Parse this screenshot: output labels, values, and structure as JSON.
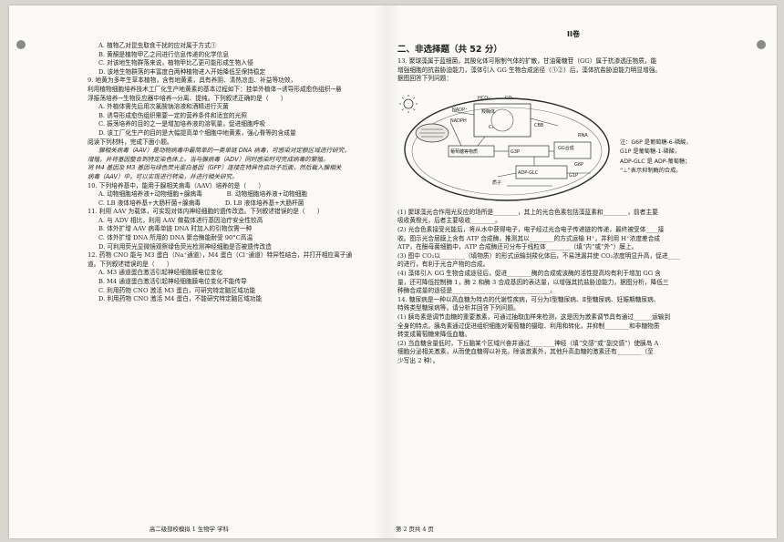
{
  "left": {
    "q8_opts": [
      "A. 植物乙对昆虫取食干扰的应对属于方式①",
      "B. 黄酮是植物甲乙之间进行信息传递的化学信息",
      "C. 对该地生物群落来说，植物甲比乙更可能形成生物入侵",
      "D. 该地生物群落的丰富度白两种植物进入开始降低至保持稳定"
    ],
    "q9": [
      "9. 地黄为多年生草本植物，含有地黄素，具有养阴、清热凉血、补益等功效，",
      "利用植物细胞培养技术工厂化生产地黄素的基本过程如下：挂单外植体→诱导形成愈伤组织→悬",
      "浮振荡培养→生物反应器中培养→分离、提纯。下列叙述正确的是（　　）"
    ],
    "q9_opts": [
      "A. 外植体需先后用次氯酸钠溶液和酒精进行灭菌",
      "B. 诱导形成愈伤组织需要一定的营养条件和适宜的光照",
      "C. 振荡培养的目的之一是增加培养液的溶氧量，促进细胞呼吸",
      "D. 该工厂化生产的目的是大幅提高单个细胞中地黄素，强心脊等的含成量",
      "阅读下列材料，完成下面小题。"
    ],
    "passage": [
      "腺相关病毒（AAV）是动物病毒中最简单的一类单链 DNA 病毒，可感染对定额区域进行研究，",
      "增殖，并将基因整合到特定染色体上。当与腺病毒（ADV）同时感染时可完成病毒的繁殖。",
      "将 M4 基因及 M3 基因与绿色荧光蛋白基因（GFP）连接在特异性启动子后面，然后载入腺相关",
      "病毒（AAV）中，可以实现进行转染，并进行相关研究。",
      ""
    ],
    "q10": "10. 下列培养基中，能用于腺相关病毒（AAV）培养的是（　　）",
    "q10_opts": [
      "A. 动物细胞培养液+动物细胞+腺病毒　　　　B. 动物细胞培养液+动物细胞",
      "C. LB 液体培养基+大肠杆菌+腺病毒　　　　D. LB 液体培养基+大肠杆菌"
    ],
    "q11": "11. 利用 AAV 为载体，可实现对体内神经细胞的遗传改造。下列叙述错误的是（　　）",
    "q11_opts": [
      "A. 与 ADV 相比，利用 AAV 做载体进行基因治疗安全性较高",
      "B. 体外扩增 AAV 病毒单链 DNA 时加入的引物仅需一种",
      "C. 体外扩增 DNA 所用的 DNA 聚合酶能耐受 90°C高温",
      "D. 可利用荧光显微镜观察绿色荧光检测神经细胞是否被遗传改造"
    ],
    "q12": [
      "12. 药物 CNO 能与 M3 蛋白（Na⁺通道），M4 蛋白（Cl⁻通道）特异性结合，并打开相应离子通",
      "道。下列叙述错误的是（　　）",
      ""
    ],
    "q12_opts": [
      "A. M3 通道蛋白激活引起神经细胞膜电位变化",
      "B. M4 通道蛋白激活引起神经细胞膜电位变化不能传导",
      "C. 利用药物 CNO 激活 M3 蛋白，可研究特定脑区域功能",
      "D. 利用药物 CNO 激活 M4 蛋白，不能研究特定脑区域功能"
    ]
  },
  "right": {
    "volume_title": "II卷",
    "section_title": "二、非选择题（共 52 分）",
    "q13": [
      "13. 聚球藻属于蓝细菌，其酸化体可限制气体的扩散，甘油葡糖苷（GG）属于抗渗透压物质，能",
      "增强细胞的抗盐胁迫能力，藻体引入 GG 生物合成途径（①②）后，藻体抗盐胁迫能力明显增强。",
      "据图回答下列问题："
    ],
    "figure": {
      "labels": [
        "HCO₃⁻",
        "CO₂",
        "羧酶体",
        "NADP⁺",
        "NADPH",
        "C₃",
        "CBB",
        "葡萄糖等物质",
        "G3P",
        "GG合成",
        "ADP-GLC",
        "质子",
        "G1P",
        "G6P",
        "RNA"
      ],
      "note": [
        "注：G6P 是葡萄糖-6-磷酸，",
        "G1P 是葡萄糖-1-磷酸，",
        "ADP-GLC 是 ADP-葡萄糖；",
        "“⊥”表示抑制酶的合成。"
      ]
    },
    "q13_sub": [
      "(1) 聚球藻光合作用光反应的场所是________，其上的光合色素包括藻蓝素和________，前者主要",
      "吸收黄橙光，后者主要吸收________。",
      "(2) 光合色素接受光能后，将从水中获得电子，电子经过光合电子传递链的传递，最终被受体____接",
      "收。图示光合层膜上含有 ATP 合成酶，推测其以________的方式运输 H⁺，并利用 H⁺浓度差合成",
      "ATP，在醋母菌细胞中，ATP 合成酶还可分布于线粒体________（填“内”或“外”）膜上。",
      "(3) 图中 CO₂以________（填物质）的形式运输到羧化体后，不易泄漏并使 CO₂浓度明显升高，促进____",
      "的进行，有利于光合产物的合成。",
      "(4) 藻体引入 GG 生物合成途径后，促进________酶的合成或该酶的活性提高均有利于增加 GG 含",
      "量，还可降低控制酶 1，酶 2 和酶 3 合成基因的表达量，以增强其抗盐胁迫能力，据图分析，降低三",
      "种酶合成量的途径是________________________________。",
      "",
      ""
    ],
    "q14": [
      "14. 糖尿病是一种以高血糖为特点的代谢性疾病，可分为Ⅰ型糖尿病、Ⅱ型糖尿病、妊娠期糖尿病、",
      "特殊类型糖尿病等。请分析并回答下列问题。"
    ],
    "q14_sub": [
      "(1) 胰岛素是调节血糖的重要激素，可通过抽取血样来检测，这是因为激素调节具有通过______运输到",
      "全身的特点。胰岛素通过促进组织细胞对葡萄糖的摄取、利用和转化，并抑制________和非糖物质",
      "转变成葡萄糖来降低血糖。",
      "(2) 当血糖含量低时，下丘脑某个区域兴奋并通过________神经（填“交感”或“副交感”）使胰岛 A",
      "细胞分泌相关激素，从而使血糖得以补充。除该激素外，其他升高血糖的激素还有________（至",
      "少写出 2 种）。"
    ]
  },
  "footer": {
    "left": "高二级部校模拟 1  生物学  学科",
    "page": "第 2 页共 4 页"
  }
}
